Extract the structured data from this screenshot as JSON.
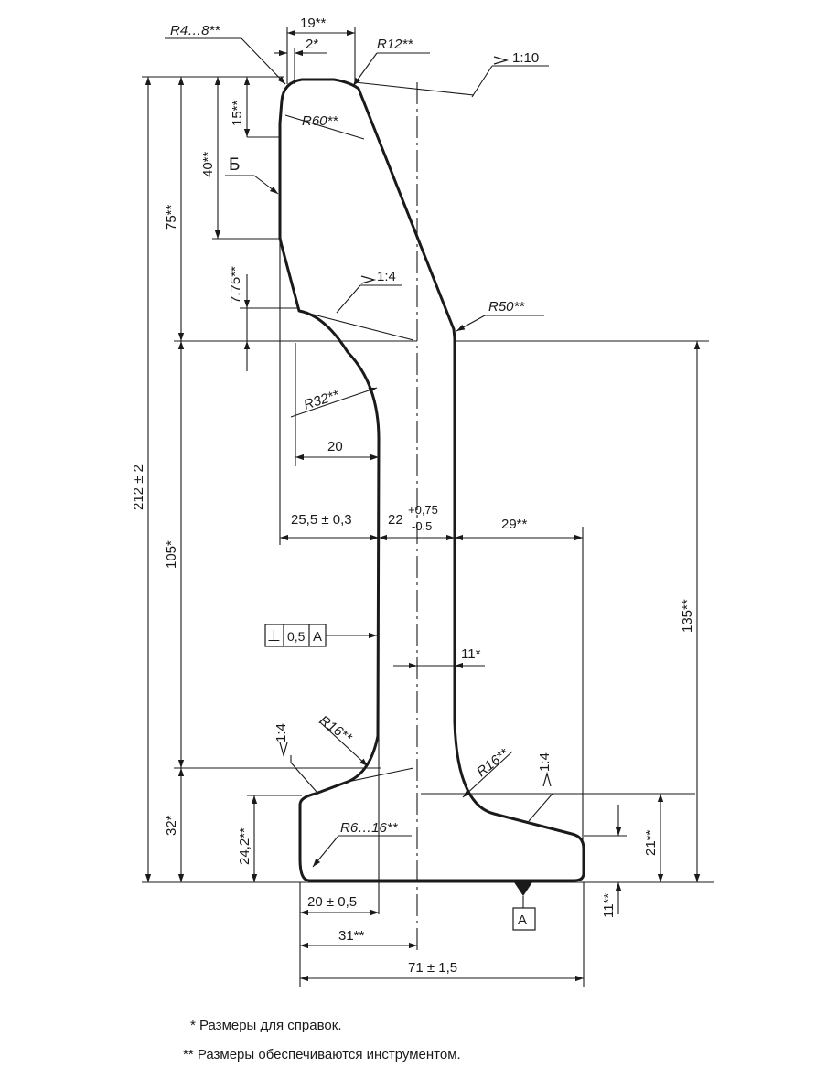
{
  "colors": {
    "ink": "#1a1a1a",
    "background": "#ffffff"
  },
  "dimensions": {
    "r4_8": "R4…8**",
    "w19": "19**",
    "w2": "2*",
    "r12": "R12**",
    "taper_head": "1:10",
    "h15": "15**",
    "r60": "R60**",
    "h40": "40**",
    "view_b": "Б",
    "h75": "75**",
    "h7_75": "7,75**",
    "taper_neck": "1:4",
    "r50": "R50**",
    "r32": "R32**",
    "w20": "20",
    "h212": "212 ± 2",
    "w25_5": "25,5 ± 0,3",
    "w22": "22",
    "tol_upper": "+0,75",
    "tol_lower": "-0,5",
    "w29": "29**",
    "h105": "105*",
    "h135": "135**",
    "perp_symbol": "⊥",
    "perp_value": "0,5",
    "datum_ref": "А",
    "w11": "11*",
    "taper_left": "1:4",
    "r16_left": "R16**",
    "r16_right": "R16**",
    "taper_right": "1:4",
    "h32": "32*",
    "h24_2": "24,2**",
    "r6_16": "R6…16**",
    "h21": "21**",
    "w20_5": "20 ± 0,5",
    "datum": "А",
    "h11": "11**",
    "w31": "31**",
    "w71": "71 ± 1,5"
  },
  "notes": {
    "reference": "* Размеры для справок.",
    "tooling": "** Размеры обеспечиваются инструментом."
  }
}
